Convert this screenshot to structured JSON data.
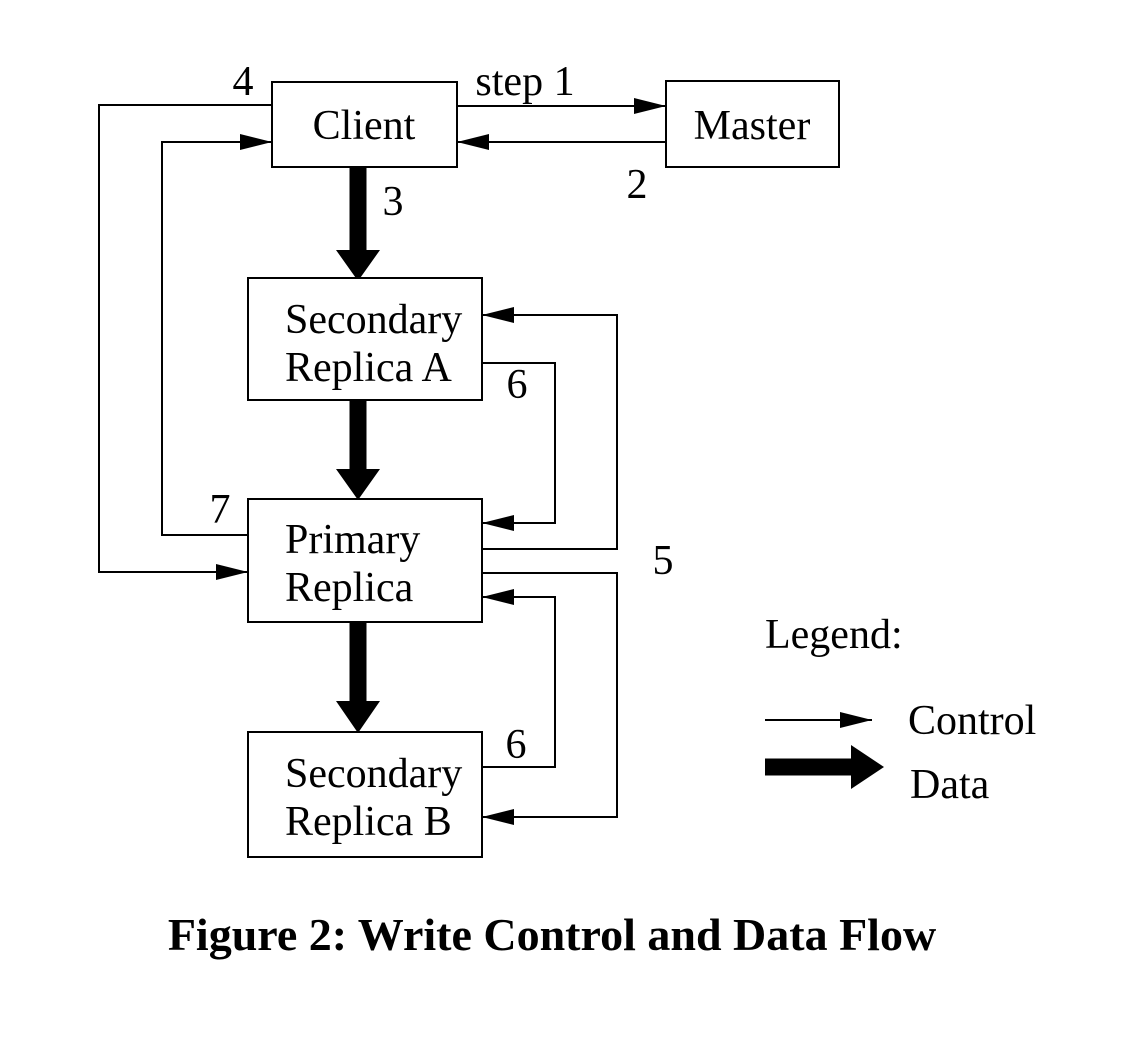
{
  "caption": "Figure 2: Write Control and Data Flow",
  "nodes": {
    "client": {
      "label": "Client"
    },
    "master": {
      "label": "Master"
    },
    "secondary_a": {
      "line1": "Secondary",
      "line2": "Replica A"
    },
    "primary": {
      "line1": "Primary",
      "line2": "Replica"
    },
    "secondary_b": {
      "line1": "Secondary",
      "line2": "Replica B"
    }
  },
  "steps": {
    "s1": "step 1",
    "s2": "2",
    "s3": "3",
    "s4": "4",
    "s5": "5",
    "s6a": "6",
    "s6b": "6",
    "s7": "7"
  },
  "legend": {
    "title": "Legend:",
    "control": "Control",
    "data": "Data"
  },
  "colors": {
    "ink": "#000000",
    "paper": "#ffffff"
  },
  "flows": [
    {
      "step": "1",
      "from": "Client",
      "to": "Master",
      "type": "control"
    },
    {
      "step": "2",
      "from": "Master",
      "to": "Client",
      "type": "control"
    },
    {
      "step": "3",
      "from": "Client",
      "to": "Secondary Replica A",
      "type": "data"
    },
    {
      "step": "",
      "from": "Secondary Replica A",
      "to": "Primary Replica",
      "type": "data"
    },
    {
      "step": "",
      "from": "Primary Replica",
      "to": "Secondary Replica B",
      "type": "data"
    },
    {
      "step": "4",
      "from": "Client",
      "to": "Primary Replica",
      "type": "control"
    },
    {
      "step": "5",
      "from": "Primary Replica",
      "to": "Secondary Replica A",
      "type": "control"
    },
    {
      "step": "5",
      "from": "Primary Replica",
      "to": "Secondary Replica B",
      "type": "control"
    },
    {
      "step": "6",
      "from": "Secondary Replica A",
      "to": "Primary Replica",
      "type": "control"
    },
    {
      "step": "6",
      "from": "Secondary Replica B",
      "to": "Primary Replica",
      "type": "control"
    },
    {
      "step": "7",
      "from": "Primary Replica",
      "to": "Client",
      "type": "control"
    }
  ]
}
